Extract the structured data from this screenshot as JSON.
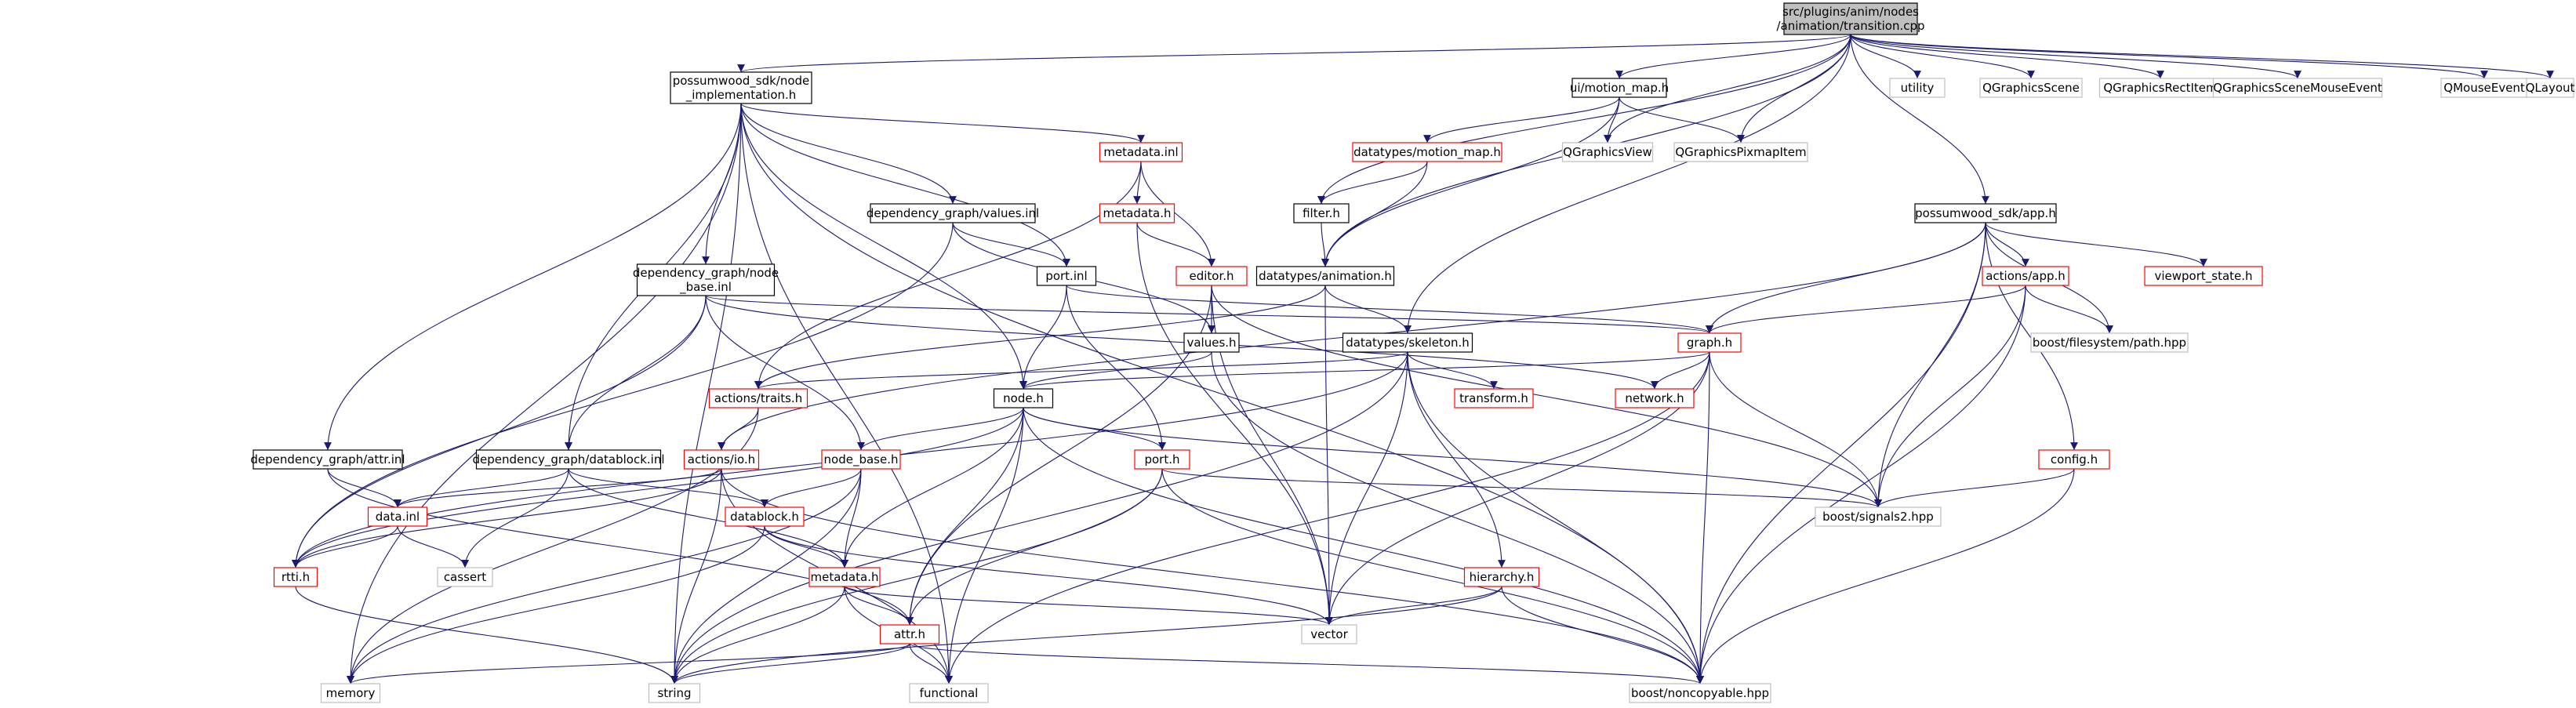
{
  "colors": {
    "root_fill": "#bfbfbf",
    "black_stroke": "#000000",
    "red_stroke": "#ff0000",
    "grey_stroke": "#bfbfbf",
    "edge": "#191970",
    "text": "#000000"
  },
  "nodes": [
    {
      "id": "n_root",
      "lines": [
        "src/plugins/anim/nodes",
        "/animation/transition.cpp"
      ],
      "style": "root"
    },
    {
      "id": "n_nodeimpl",
      "lines": [
        "possumwood_sdk/node",
        "_implementation.h"
      ],
      "style": "black"
    },
    {
      "id": "n_motionmap",
      "lines": [
        "ui/motion_map.h"
      ],
      "style": "black"
    },
    {
      "id": "n_utility",
      "lines": [
        "utility"
      ],
      "style": "grey"
    },
    {
      "id": "n_qgscene",
      "lines": [
        "QGraphicsScene"
      ],
      "style": "grey"
    },
    {
      "id": "n_qgrect",
      "lines": [
        "QGraphicsRectItem"
      ],
      "style": "grey"
    },
    {
      "id": "n_qgmouse",
      "lines": [
        "QGraphicsSceneMouseEvent"
      ],
      "style": "grey"
    },
    {
      "id": "n_qmouse",
      "lines": [
        "QMouseEvent"
      ],
      "style": "grey"
    },
    {
      "id": "n_qlayout",
      "lines": [
        "QLayout"
      ],
      "style": "grey"
    },
    {
      "id": "n_qgview",
      "lines": [
        "QGraphicsView"
      ],
      "style": "grey"
    },
    {
      "id": "n_qgpixmap",
      "lines": [
        "QGraphicsPixmapItem"
      ],
      "style": "grey"
    },
    {
      "id": "n_dtmotionmap",
      "lines": [
        "datatypes/motion_map.h"
      ],
      "style": "red"
    },
    {
      "id": "n_metadatainl",
      "lines": [
        "metadata.inl"
      ],
      "style": "red"
    },
    {
      "id": "n_metadatah_top",
      "lines": [
        "metadata.h"
      ],
      "style": "red"
    },
    {
      "id": "n_valuesinl",
      "lines": [
        "dependency_graph/values.inl"
      ],
      "style": "black"
    },
    {
      "id": "n_portinl",
      "lines": [
        "port.inl"
      ],
      "style": "black"
    },
    {
      "id": "n_filter",
      "lines": [
        "filter.h"
      ],
      "style": "black"
    },
    {
      "id": "n_appsdk",
      "lines": [
        "possumwood_sdk/app.h"
      ],
      "style": "black"
    },
    {
      "id": "n_nodebaseinl",
      "lines": [
        "dependency_graph/node",
        "_base.inl"
      ],
      "style": "black"
    },
    {
      "id": "n_editor",
      "lines": [
        "editor.h"
      ],
      "style": "red"
    },
    {
      "id": "n_dtanimation",
      "lines": [
        "datatypes/animation.h"
      ],
      "style": "black"
    },
    {
      "id": "n_actionsapp",
      "lines": [
        "actions/app.h"
      ],
      "style": "red"
    },
    {
      "id": "n_viewport",
      "lines": [
        "viewport_state.h"
      ],
      "style": "red"
    },
    {
      "id": "n_values",
      "lines": [
        "values.h"
      ],
      "style": "black"
    },
    {
      "id": "n_dtskeleton",
      "lines": [
        "datatypes/skeleton.h"
      ],
      "style": "black"
    },
    {
      "id": "n_graph",
      "lines": [
        "graph.h"
      ],
      "style": "red"
    },
    {
      "id": "n_bfspath",
      "lines": [
        "boost/filesystem/path.hpp"
      ],
      "style": "grey"
    },
    {
      "id": "n_actionstraits",
      "lines": [
        "actions/traits.h"
      ],
      "style": "red"
    },
    {
      "id": "n_nodeh",
      "lines": [
        "node.h"
      ],
      "style": "black"
    },
    {
      "id": "n_transform",
      "lines": [
        "transform.h"
      ],
      "style": "red"
    },
    {
      "id": "n_network",
      "lines": [
        "network.h"
      ],
      "style": "red"
    },
    {
      "id": "n_attrinl",
      "lines": [
        "dependency_graph/attr.inl"
      ],
      "style": "black"
    },
    {
      "id": "n_datablockinl",
      "lines": [
        "dependency_graph/datablock.inl"
      ],
      "style": "black"
    },
    {
      "id": "n_actionsio",
      "lines": [
        "actions/io.h"
      ],
      "style": "red"
    },
    {
      "id": "n_nodebaseh",
      "lines": [
        "node_base.h"
      ],
      "style": "red"
    },
    {
      "id": "n_porth",
      "lines": [
        "port.h"
      ],
      "style": "red"
    },
    {
      "id": "n_config",
      "lines": [
        "config.h"
      ],
      "style": "red"
    },
    {
      "id": "n_datainl",
      "lines": [
        "data.inl"
      ],
      "style": "red"
    },
    {
      "id": "n_datablockh",
      "lines": [
        "datablock.h"
      ],
      "style": "red"
    },
    {
      "id": "n_signals2",
      "lines": [
        "boost/signals2.hpp"
      ],
      "style": "grey"
    },
    {
      "id": "n_cassert",
      "lines": [
        "cassert"
      ],
      "style": "grey"
    },
    {
      "id": "n_rtti",
      "lines": [
        "rtti.h"
      ],
      "style": "red"
    },
    {
      "id": "n_metadatah",
      "lines": [
        "metadata.h"
      ],
      "style": "red"
    },
    {
      "id": "n_hierarchy",
      "lines": [
        "hierarchy.h"
      ],
      "style": "red"
    },
    {
      "id": "n_attrh",
      "lines": [
        "attr.h"
      ],
      "style": "red"
    },
    {
      "id": "n_vector",
      "lines": [
        "vector"
      ],
      "style": "grey"
    },
    {
      "id": "n_memory",
      "lines": [
        "memory"
      ],
      "style": "grey"
    },
    {
      "id": "n_string",
      "lines": [
        "string"
      ],
      "style": "grey"
    },
    {
      "id": "n_functional",
      "lines": [
        "functional"
      ],
      "style": "grey"
    },
    {
      "id": "n_noncopyable",
      "lines": [
        "boost/noncopyable.hpp"
      ],
      "style": "grey"
    }
  ],
  "edges": [
    [
      "n_root",
      "n_nodeimpl"
    ],
    [
      "n_root",
      "n_motionmap"
    ],
    [
      "n_root",
      "n_utility"
    ],
    [
      "n_root",
      "n_qgscene"
    ],
    [
      "n_root",
      "n_qgrect"
    ],
    [
      "n_root",
      "n_qgmouse"
    ],
    [
      "n_root",
      "n_qmouse"
    ],
    [
      "n_root",
      "n_qlayout"
    ],
    [
      "n_root",
      "n_qgview"
    ],
    [
      "n_root",
      "n_qgpixmap"
    ],
    [
      "n_root",
      "n_filter"
    ],
    [
      "n_root",
      "n_appsdk"
    ],
    [
      "n_root",
      "n_dtanimation"
    ],
    [
      "n_root",
      "n_dtskeleton"
    ],
    [
      "n_nodeimpl",
      "n_metadatainl"
    ],
    [
      "n_nodeimpl",
      "n_valuesinl"
    ],
    [
      "n_nodeimpl",
      "n_portinl"
    ],
    [
      "n_nodeimpl",
      "n_nodebaseinl"
    ],
    [
      "n_nodeimpl",
      "n_nodeh"
    ],
    [
      "n_nodeimpl",
      "n_attrinl"
    ],
    [
      "n_nodeimpl",
      "n_datablockinl"
    ],
    [
      "n_nodeimpl",
      "n_memory"
    ],
    [
      "n_nodeimpl",
      "n_string"
    ],
    [
      "n_nodeimpl",
      "n_functional"
    ],
    [
      "n_nodeimpl",
      "n_noncopyable"
    ],
    [
      "n_motionmap",
      "n_qgview"
    ],
    [
      "n_motionmap",
      "n_qgpixmap"
    ],
    [
      "n_motionmap",
      "n_dtmotionmap"
    ],
    [
      "n_motionmap",
      "n_dtanimation"
    ],
    [
      "n_dtmotionmap",
      "n_filter"
    ],
    [
      "n_dtmotionmap",
      "n_dtanimation"
    ],
    [
      "n_filter",
      "n_dtanimation"
    ],
    [
      "n_metadatainl",
      "n_metadatah_top"
    ],
    [
      "n_metadatainl",
      "n_editor"
    ],
    [
      "n_metadatainl",
      "n_actionstraits"
    ],
    [
      "n_metadatah_top",
      "n_editor"
    ],
    [
      "n_metadatah_top",
      "n_vector"
    ],
    [
      "n_valuesinl",
      "n_portinl"
    ],
    [
      "n_valuesinl",
      "n_values"
    ],
    [
      "n_valuesinl",
      "n_rtti"
    ],
    [
      "n_portinl",
      "n_nodeh"
    ],
    [
      "n_portinl",
      "n_porth"
    ],
    [
      "n_portinl",
      "n_graph"
    ],
    [
      "n_nodebaseinl",
      "n_graph"
    ],
    [
      "n_nodebaseinl",
      "n_nodebaseh"
    ],
    [
      "n_nodebaseinl",
      "n_datablockinl"
    ],
    [
      "n_nodebaseinl",
      "n_rtti"
    ],
    [
      "n_nodebaseinl",
      "n_network"
    ],
    [
      "n_editor",
      "n_values"
    ],
    [
      "n_editor",
      "n_signals2"
    ],
    [
      "n_editor",
      "n_vector"
    ],
    [
      "n_editor",
      "n_attrh"
    ],
    [
      "n_dtanimation",
      "n_dtskeleton"
    ],
    [
      "n_dtanimation",
      "n_vector"
    ],
    [
      "n_dtanimation",
      "n_actionstraits"
    ],
    [
      "n_appsdk",
      "n_actionsapp"
    ],
    [
      "n_appsdk",
      "n_viewport"
    ],
    [
      "n_appsdk",
      "n_graph"
    ],
    [
      "n_appsdk",
      "n_bfspath"
    ],
    [
      "n_appsdk",
      "n_signals2"
    ],
    [
      "n_appsdk",
      "n_config"
    ],
    [
      "n_appsdk",
      "n_noncopyable"
    ],
    [
      "n_appsdk",
      "n_actionsio"
    ],
    [
      "n_actionsapp",
      "n_graph"
    ],
    [
      "n_actionsapp",
      "n_bfspath"
    ],
    [
      "n_actionsapp",
      "n_signals2"
    ],
    [
      "n_actionsapp",
      "n_noncopyable"
    ],
    [
      "n_values",
      "n_nodeh"
    ],
    [
      "n_values",
      "n_noncopyable"
    ],
    [
      "n_dtskeleton",
      "n_transform"
    ],
    [
      "n_dtskeleton",
      "n_hierarchy"
    ],
    [
      "n_dtskeleton",
      "n_vector"
    ],
    [
      "n_dtskeleton",
      "n_noncopyable"
    ],
    [
      "n_dtskeleton",
      "n_actionstraits"
    ],
    [
      "n_dtskeleton",
      "n_rtti"
    ],
    [
      "n_dtskeleton",
      "n_string"
    ],
    [
      "n_graph",
      "n_network"
    ],
    [
      "n_graph",
      "n_nodeh"
    ],
    [
      "n_graph",
      "n_signals2"
    ],
    [
      "n_graph",
      "n_vector"
    ],
    [
      "n_graph",
      "n_noncopyable"
    ],
    [
      "n_graph",
      "n_functional"
    ],
    [
      "n_actionstraits",
      "n_actionsio"
    ],
    [
      "n_actionstraits",
      "n_memory"
    ],
    [
      "n_nodeh",
      "n_nodebaseh"
    ],
    [
      "n_nodeh",
      "n_porth"
    ],
    [
      "n_nodeh",
      "n_metadatah"
    ],
    [
      "n_nodeh",
      "n_attrh"
    ],
    [
      "n_nodeh",
      "n_signals2"
    ],
    [
      "n_nodeh",
      "n_noncopyable"
    ],
    [
      "n_nodeh",
      "n_functional"
    ],
    [
      "n_nodeh",
      "n_rtti"
    ],
    [
      "n_attrinl",
      "n_datainl"
    ],
    [
      "n_attrinl",
      "n_attrh"
    ],
    [
      "n_datablockinl",
      "n_datainl"
    ],
    [
      "n_datablockinl",
      "n_datablockh"
    ],
    [
      "n_datablockinl",
      "n_metadatah"
    ],
    [
      "n_datablockinl",
      "n_cassert"
    ],
    [
      "n_actionsio",
      "n_datainl"
    ],
    [
      "n_actionsio",
      "n_rtti"
    ],
    [
      "n_actionsio",
      "n_string"
    ],
    [
      "n_actionsio",
      "n_noncopyable"
    ],
    [
      "n_actionsio",
      "n_functional"
    ],
    [
      "n_nodebaseh",
      "n_datablockh"
    ],
    [
      "n_nodebaseh",
      "n_metadatah"
    ],
    [
      "n_nodebaseh",
      "n_memory"
    ],
    [
      "n_nodebaseh",
      "n_string"
    ],
    [
      "n_porth",
      "n_attrh"
    ],
    [
      "n_porth",
      "n_signals2"
    ],
    [
      "n_porth",
      "n_noncopyable"
    ],
    [
      "n_porth",
      "n_string"
    ],
    [
      "n_config",
      "n_signals2"
    ],
    [
      "n_config",
      "n_noncopyable"
    ],
    [
      "n_datainl",
      "n_rtti"
    ],
    [
      "n_datainl",
      "n_cassert"
    ],
    [
      "n_datablockh",
      "n_metadatah"
    ],
    [
      "n_datablockh",
      "n_vector"
    ],
    [
      "n_datablockh",
      "n_memory"
    ],
    [
      "n_rtti",
      "n_string"
    ],
    [
      "n_metadatah",
      "n_attrh"
    ],
    [
      "n_metadatah",
      "n_vector"
    ],
    [
      "n_metadatah",
      "n_string"
    ],
    [
      "n_metadatah",
      "n_functional"
    ],
    [
      "n_hierarchy",
      "n_vector"
    ],
    [
      "n_hierarchy",
      "n_noncopyable"
    ],
    [
      "n_hierarchy",
      "n_string"
    ],
    [
      "n_attrh",
      "n_string"
    ],
    [
      "n_attrh",
      "n_memory"
    ],
    [
      "n_attrh",
      "n_functional"
    ],
    [
      "n_attrh",
      "n_noncopyable"
    ]
  ]
}
